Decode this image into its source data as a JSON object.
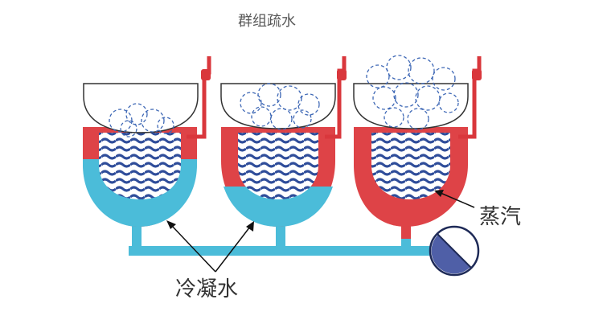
{
  "title": "群组疏水",
  "labels": {
    "condensate": "冷凝水",
    "steam": "蒸汽"
  },
  "colors": {
    "steam": "#de4347",
    "condensate": "#4bbcd9",
    "water_wave": "#2f4d9a",
    "bubble": "#3d67b5",
    "valve_fill": "#4f5fa7",
    "pipe_red": "#d9373c"
  },
  "components": {
    "vessels": [
      "vessel-1",
      "vessel-2",
      "vessel-3"
    ],
    "trap_icon": "steam-trap-icon"
  }
}
